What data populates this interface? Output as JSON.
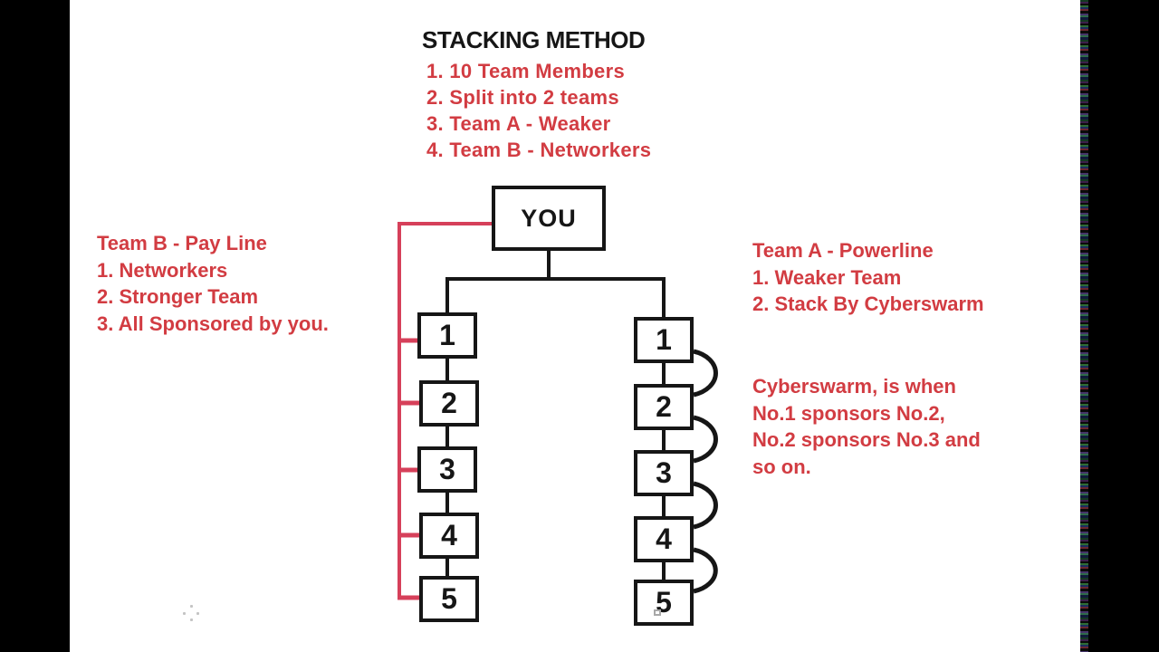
{
  "title": "STACKING METHOD",
  "method_steps": [
    "1. 10 Team Members",
    "2. Split into 2 teams",
    "3. Team A - Weaker",
    "4. Team B - Networkers"
  ],
  "left_note": {
    "heading": "Team B - Pay Line",
    "lines": [
      "1. Networkers",
      "2. Stronger Team",
      "3. All Sponsored by you."
    ]
  },
  "right_note": {
    "heading": "Team A - Powerline",
    "lines": [
      "1. Weaker Team",
      "2. Stack By Cyberswarm"
    ]
  },
  "cyberswarm_note": {
    "lines": [
      "Cyberswarm, is when",
      "No.1 sponsors No.2,",
      "No.2 sponsors No.3 and",
      "so on."
    ]
  },
  "root_label": "YOU",
  "left_column": [
    "1",
    "2",
    "3",
    "4",
    "5"
  ],
  "right_column": [
    "1",
    "2",
    "3",
    "4",
    "5"
  ],
  "colors": {
    "text_red": "#d23c42",
    "bracket_red": "#d6405a",
    "diagram_black": "#161616",
    "background": "#ffffff",
    "letterbox": "#000000"
  }
}
